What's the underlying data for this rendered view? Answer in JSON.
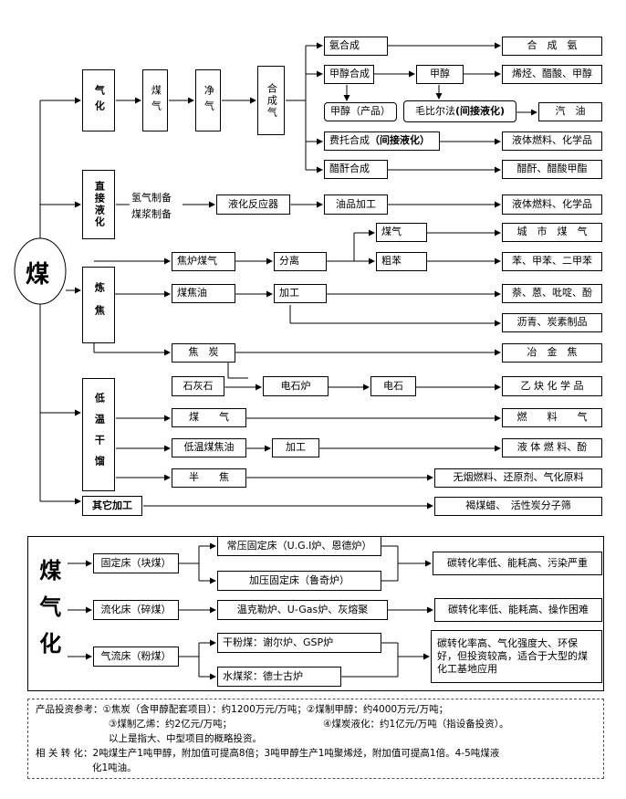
{
  "coal": "煤",
  "gasification": "气化",
  "gasif_chain": [
    "煤气",
    "净气",
    "合成气"
  ],
  "synthesis": {
    "ammonia_synth": "氨合成",
    "ammonia": "合　成　氨",
    "methanol_synth": "甲醇合成",
    "methanol": "甲醇",
    "methanol_products": "烯烃、醋酸、甲醇",
    "methanol_product": "甲醇（产品）",
    "mobil_prefix": "毛比尔法",
    "mobil_bold": "(间接液化)",
    "gasoline": "汽　油",
    "ft_prefix": "费托合成",
    "ft_bold": "（间接液化）",
    "ft_products": "液体燃料、化学品",
    "acetic_anhydride_synth": "醋酐合成",
    "acetic_products": "醋酐、醋酸甲酯"
  },
  "direct": {
    "label": "直接液化",
    "h2": "氢气制备",
    "slurry": "煤浆制备",
    "reactor": "液化反应器",
    "oil": "油品加工",
    "products": "液体燃料、化学品"
  },
  "coking": {
    "label": "炼焦",
    "coke_gas": "焦炉煤气",
    "separation": "分离",
    "gas": "煤气",
    "city_gas": "城　市　煤　气",
    "crude_benzene": "粗苯",
    "btx": "苯、甲苯、二甲苯",
    "tar": "煤焦油",
    "processing": "加工",
    "tar_products": "萘、蒽、吡啶、酚",
    "pitch": "沥青、炭素制品",
    "coke": "焦　炭",
    "met_coke": "冶　金　焦",
    "limestone": "石灰石",
    "furnace": "电石炉",
    "carbide": "电石",
    "acetylene": "乙 炔 化 学 品"
  },
  "lowtemp": {
    "label": "低温干馏",
    "gas": "煤　　气",
    "fuel_gas": "燃　　料　　气",
    "tar": "低温煤焦油",
    "processing": "加工",
    "fuel_phenol": "液 体 燃 料、酚",
    "semicoke": "半　　焦",
    "semicoke_products": "无烟燃料、还原剂、气化原料"
  },
  "other": {
    "label": "其它加工",
    "products": "褐煤蜡、　活性炭分子筛"
  },
  "gasifier": {
    "title": "煤气化",
    "fixed_bed": "固定床（块煤）",
    "atm_fixed": "常压固定床（U.G.I炉、恩德炉）",
    "press_fixed": "加压固定床（鲁奇炉）",
    "fixed_result": "碳转化率低、能耗高、污染严重",
    "fluid_bed": "流化床（碎煤）",
    "fluid_types": "温克勒炉、U-Gas炉、灰熔聚",
    "fluid_result": "碳转化率低、能耗高、操作困难",
    "entrained": "气流床（粉煤）",
    "dry_powder": "干粉煤：谢尔炉、GSP炉",
    "water_slurry": "水煤浆：德士古炉",
    "entrained_result": "碳转化率高、气化强度大、环保好，但投资较高，适合于大型的煤化工基地应用"
  },
  "notes": {
    "line1": "产品投资参考：①焦炭（含甲醇配套项目）：约1200万元/万吨；②煤制甲醇：约4000万元/万吨；",
    "line2a": "③煤制乙烯：约2亿元/万吨；",
    "line2b": "④煤炭液化：约1亿元/万吨（指设备投资）。",
    "line3": "以上是指大、中型项目的概略投资。",
    "line4": "相 关 转 化：2吨煤生产1吨甲醇，附加值可提高8倍；3吨甲醇生产1吨聚烯烃，附加值可提高1倍。4-5吨煤液",
    "line5": "化1吨油。"
  }
}
